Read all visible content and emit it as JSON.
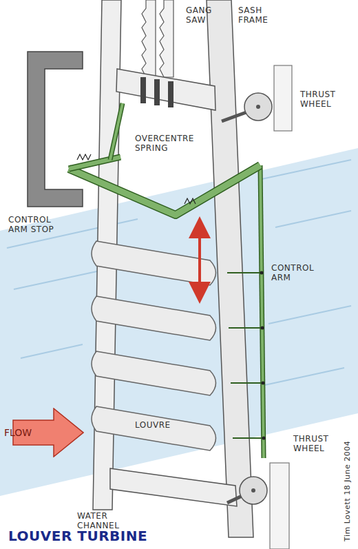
{
  "diagram": {
    "title": "LOUVER TURBINE",
    "nodes": [
      {
        "text": [
          "FLOW"
        ]
      }
    ],
    "labels": [
      "GANG SAW",
      "SASH FRAME",
      "THRUST WHEEL",
      "OVERCENTRE SPRING",
      "CONTROL ARM STOP",
      "CONTROL ARM",
      "LOUVRE",
      "WATER CHANNEL",
      "THRUST WHEEL",
      "Tim Lovett 18 June 2004"
    ]
  }
}
